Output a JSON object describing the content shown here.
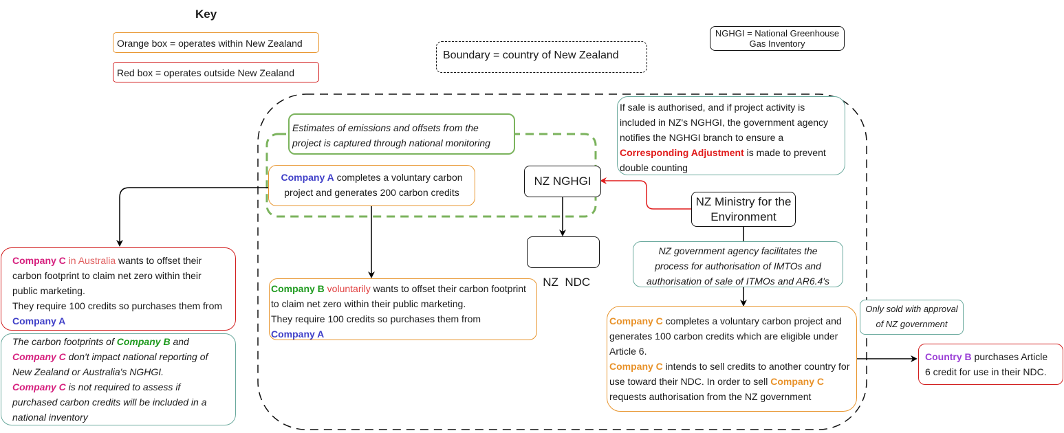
{
  "key": {
    "title": "Key",
    "orange": "Orange box = operates within New Zealand",
    "red": "Red box = operates outside New Zealand",
    "boundary": "Boundary = country of New Zealand",
    "nghgi_line1": "NGHGI = National Greenhouse",
    "nghgi_line2": "Gas Inventory"
  },
  "colors": {
    "orange": "#e8952e",
    "red": "#d21f1f",
    "teal": "#6aa99d",
    "green": "#7bb35d",
    "company_a": "#4040c8",
    "company_b": "#1e9a1e",
    "company_c_aus": "#d6207e",
    "company_c_nz": "#e8922a",
    "country_b": "#9b3fd6"
  },
  "monitoring": {
    "line1": "Estimates of emissions and offsets from the",
    "line2": "project is captured through national monitoring"
  },
  "company_a_box": {
    "name": "Company A",
    "text1": " completes a voluntary carbon",
    "text2": "project and generates 200 carbon credits"
  },
  "nz_nghgi": "NZ NGHGI",
  "nz_ndc": "NZ  NDC",
  "ministry": {
    "line1": "NZ Ministry for the",
    "line2": "Environment"
  },
  "corresponding_note": {
    "text1": "If sale is authorised, and if project activity is included in NZ's NGHGI, the government agency notifies the NGHGI branch to ensure a ",
    "highlight": "Corresponding Adjustment",
    "text2": " is made to prevent double counting"
  },
  "agency_note": {
    "line1": "NZ government agency facilitates the",
    "line2": "process for authorisation of IMTOs and",
    "line3": "authorisation of sale of ITMOs and AR6.4's"
  },
  "company_b_box": {
    "name": "Company B",
    "voluntarily": " voluntarily",
    "text1": " wants to offset their carbon footprint to claim net zero within their public marketing.",
    "text2": "They require 100 credits so purchases them from ",
    "from": "Company A"
  },
  "company_c_aus_box": {
    "name": "Company C",
    "location": " in Australia",
    "text1": " wants to offset their carbon footprint to claim net zero within their public marketing.",
    "text2": "They require 100 credits so purchases them from ",
    "from": "Company A"
  },
  "footprint_note": {
    "t1": "The carbon footprints of ",
    "b": "Company B",
    "t2": " and ",
    "c1": "Company C",
    "t3": " don't impact national reporting of New Zealand or Australia's NGHGI.",
    "c2": "Company C",
    "t4": " is not required to assess if purchased carbon credits will be included in a national inventory"
  },
  "company_c_nz_box": {
    "name1": "Company C",
    "text1": " completes a voluntary carbon project and generates 100 carbon credits which are eligible under Article 6.",
    "name2": "Company C",
    "text2": " intends to sell credits to another country for use toward their NDC. In order to sell ",
    "name3": "Company C",
    "text3": " requests authorisation from the NZ government"
  },
  "approval_note": {
    "line1": "Only sold with approval",
    "line2": "of NZ government"
  },
  "country_b_box": {
    "name": "Country B",
    "text1": " purchases Article",
    "text2": "6 credit for use in their NDC."
  }
}
